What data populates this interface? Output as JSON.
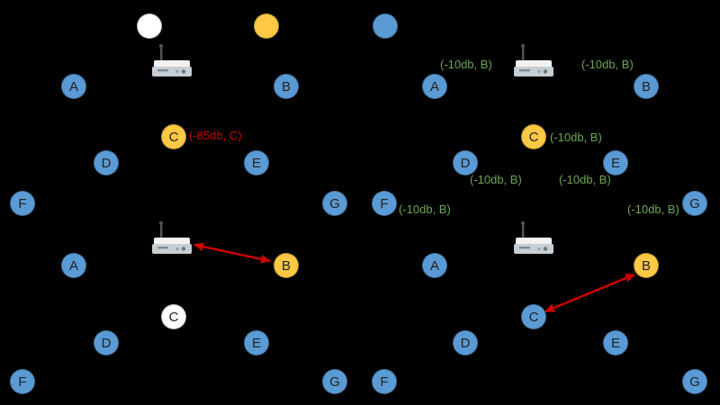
{
  "diagram": {
    "colors": {
      "background": "#000000",
      "node_blue": "#5b9bd5",
      "node_yellow": "#fdc843",
      "node_white": "#ffffff",
      "annotation_green": "#6aa84f",
      "annotation_red": "#cc0000",
      "arrow_red": "#cc0000"
    },
    "legend": [
      {
        "name": "white-circle",
        "color": "#ffffff"
      },
      {
        "name": "yellow-circle",
        "color": "#fdc843"
      },
      {
        "name": "blue-circle",
        "color": "#5b9bd5"
      }
    ]
  },
  "scenes": {
    "top_left": {
      "nodes": {
        "A": "A",
        "B": "B",
        "C": "C",
        "D": "D",
        "E": "E",
        "F": "F",
        "G": "G"
      },
      "annotation_c": "(-85db, C)"
    },
    "top_right": {
      "nodes": {
        "A": "A",
        "B": "B",
        "C": "C",
        "D": "D",
        "E": "E",
        "F": "F",
        "G": "G"
      },
      "annotations": {
        "a": "(-10db, B)",
        "b": "(-10db, B)",
        "c": "(-10db, B)",
        "d": "(-10db, B)",
        "e": "(-10db, B)",
        "f": "(-10db, B)",
        "g": "(-10db, B)"
      }
    },
    "bottom_left": {
      "nodes": {
        "A": "A",
        "B": "B",
        "C": "C",
        "D": "D",
        "E": "E",
        "F": "F",
        "G": "G"
      },
      "arrow": {
        "from": "router",
        "to": "B"
      }
    },
    "bottom_right": {
      "nodes": {
        "A": "A",
        "B": "B",
        "C": "C",
        "D": "D",
        "E": "E",
        "F": "F",
        "G": "G"
      },
      "arrow": {
        "from": "C",
        "to": "B"
      }
    }
  }
}
